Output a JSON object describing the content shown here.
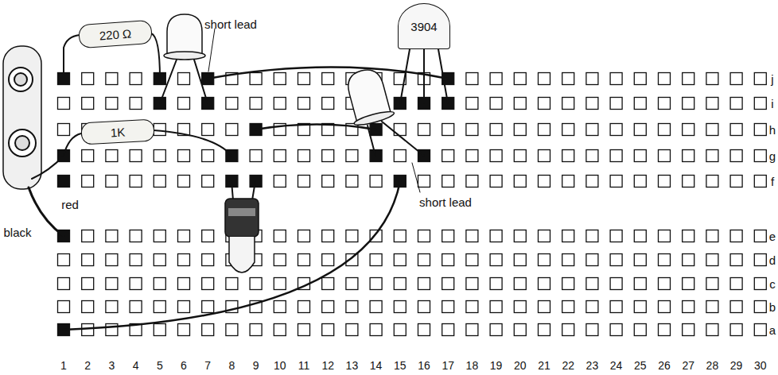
{
  "diagram": {
    "nodes": [
      {
        "text": [
          "220 Ω"
        ]
      },
      {
        "text": [
          "1K"
        ]
      },
      {
        "text": [
          "3904"
        ]
      }
    ],
    "labels": [
      "short lead",
      "short lead",
      "red",
      "black",
      "j",
      "i",
      "h",
      "g",
      "f",
      "e",
      "d",
      "c",
      "b",
      "a",
      "1",
      "2",
      "3",
      "4",
      "5",
      "6",
      "7",
      "8",
      "9",
      "10",
      "11",
      "12",
      "13",
      "14",
      "15",
      "16",
      "17",
      "18",
      "19",
      "20",
      "21",
      "22",
      "23",
      "24",
      "25",
      "26",
      "27",
      "28",
      "29",
      "30"
    ]
  }
}
